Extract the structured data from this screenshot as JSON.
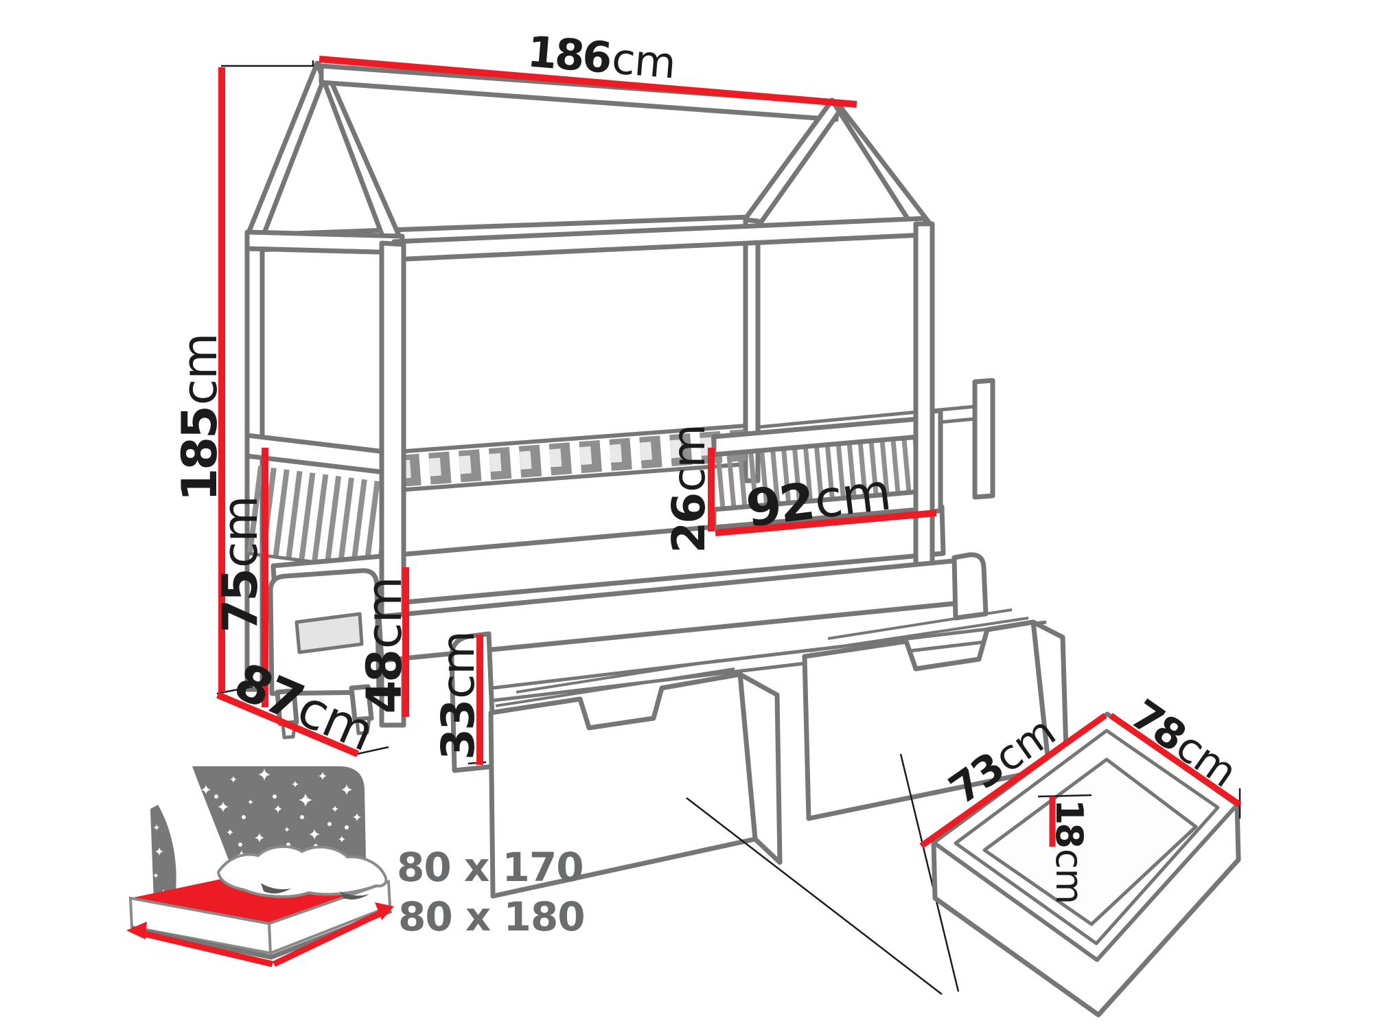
{
  "diagram": {
    "subject": "house-shaped children's bed with trundle and storage drawers, dimension drawing",
    "colors": {
      "dimension_red": "#ed1c24",
      "line_gray": "#767676",
      "label_black": "#1b1b1b",
      "size_text_gray": "#6b6c6e"
    },
    "dimensions": {
      "ridge_length": {
        "value": "186",
        "unit": "cm"
      },
      "total_height": {
        "value": "185",
        "unit": "cm"
      },
      "rail_top_height": {
        "value": "75",
        "unit": "cm"
      },
      "bed_depth": {
        "value": "87",
        "unit": "cm"
      },
      "trundle_height": {
        "value": "48",
        "unit": "cm"
      },
      "trundle_board_height": {
        "value": "33",
        "unit": "cm"
      },
      "guard_rail_height": {
        "value": "26",
        "unit": "cm"
      },
      "guard_rail_length": {
        "value": "92",
        "unit": "cm"
      }
    },
    "drawer_detail": {
      "width": {
        "value": "73",
        "unit": "cm"
      },
      "depth": {
        "value": "78",
        "unit": "cm"
      },
      "height": {
        "value": "18",
        "unit": "cm"
      }
    },
    "mattress_sizes": {
      "upper_bed": "80 x 170",
      "trundle_bed": "80 x 180"
    }
  }
}
